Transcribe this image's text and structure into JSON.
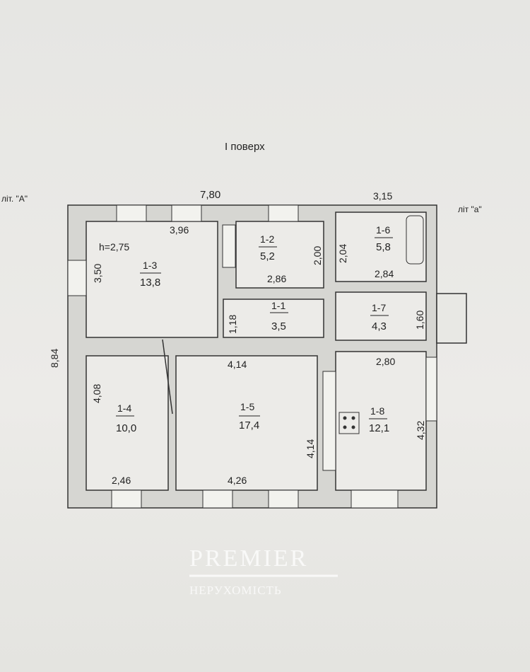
{
  "title": "І поверх",
  "labels": {
    "lit_a_main": "літ. \"А\"",
    "lit_a_ext": "літ \"а\""
  },
  "dimensions": {
    "top_main": "7,80",
    "top_ext": "3,15",
    "left_total": "8,84",
    "r13_width": "3,96",
    "r13_height": "3,50",
    "ceiling": "h=2,75",
    "r12_width": "2,86",
    "r12_height": "2,00",
    "r16_height": "2,04",
    "r16_width": "2,84",
    "r11_height": "1,18",
    "r17_height": "1,60",
    "r14_height": "4,08",
    "r14_width": "2,46",
    "r15_top": "4,14",
    "r15_width": "4,26",
    "r15_side": "4,14",
    "r18_top": "2,80",
    "r18_height": "4,32"
  },
  "rooms": [
    {
      "id": "1-3",
      "area": "13,8"
    },
    {
      "id": "1-2",
      "area": "5,2"
    },
    {
      "id": "1-6",
      "area": "5,8"
    },
    {
      "id": "1-1",
      "area": "3,5"
    },
    {
      "id": "1-7",
      "area": "4,3"
    },
    {
      "id": "1-4",
      "area": "10,0"
    },
    {
      "id": "1-5",
      "area": "17,4"
    },
    {
      "id": "1-8",
      "area": "12,1"
    }
  ],
  "watermark": {
    "brand": "PREMIER",
    "sub": "НЕРУХОМІСТЬ"
  }
}
